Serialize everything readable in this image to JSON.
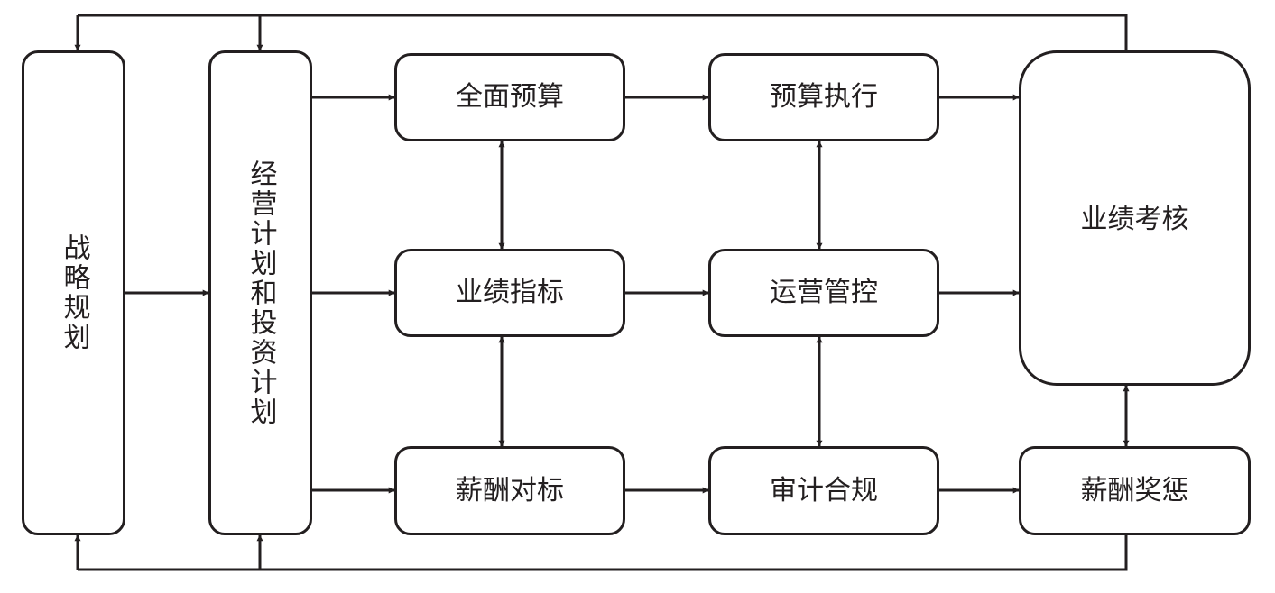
{
  "nodes": {
    "strategy": "战略规划",
    "business_plan": "经营计划和投资计划",
    "full_budget": "全面预算",
    "performance_index": "业绩指标",
    "salary_benchmark": "薪酬对标",
    "budget_execution": "预算执行",
    "operation_control": "运营管控",
    "audit_compliance": "审计合规",
    "performance_assessment": "业绩考核",
    "salary_reward": "薪酬奖惩"
  }
}
